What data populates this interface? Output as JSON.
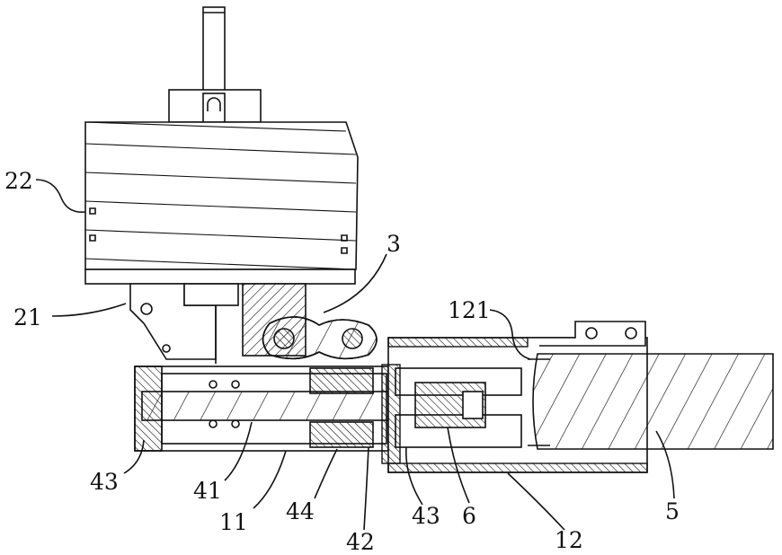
{
  "figure": {
    "labels": {
      "l22": "22",
      "l3": "3",
      "l21": "21",
      "l121": "121",
      "l43a": "43",
      "l41": "41",
      "l11": "11",
      "l44": "44",
      "l42": "42",
      "l43b": "43",
      "l6": "6",
      "l12": "12",
      "l5": "5"
    }
  }
}
